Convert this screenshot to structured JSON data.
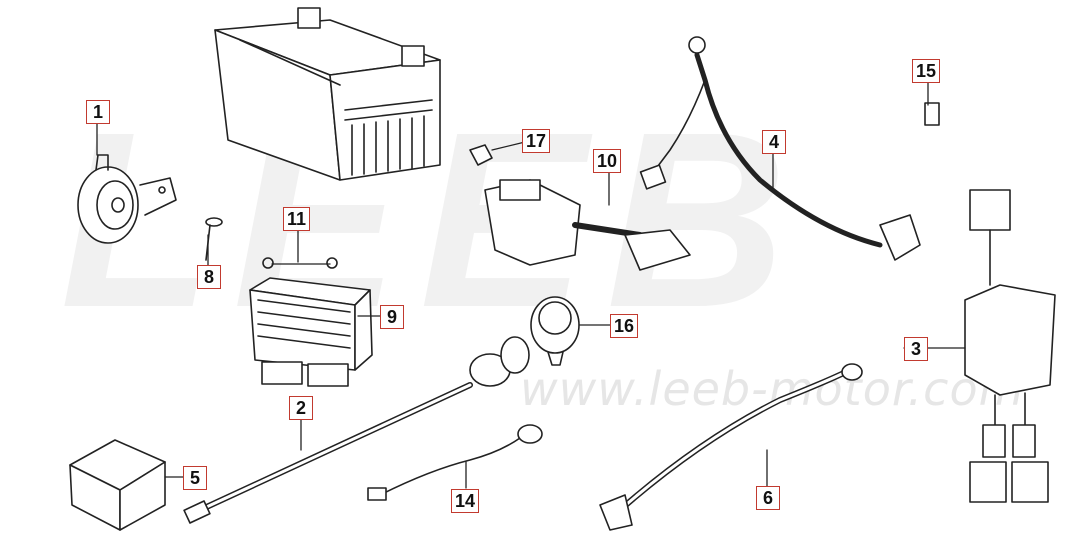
{
  "watermark": {
    "brand": "LEEB",
    "url": "www.leeb-motor.com"
  },
  "callouts": [
    {
      "id": "c1",
      "label": "1"
    },
    {
      "id": "c2",
      "label": "2"
    },
    {
      "id": "c3",
      "label": "3"
    },
    {
      "id": "c4",
      "label": "4"
    },
    {
      "id": "c5",
      "label": "5"
    },
    {
      "id": "c6",
      "label": "6"
    },
    {
      "id": "c8",
      "label": "8"
    },
    {
      "id": "c9",
      "label": "9"
    },
    {
      "id": "c10",
      "label": "10"
    },
    {
      "id": "c11",
      "label": "11"
    },
    {
      "id": "c14",
      "label": "14"
    },
    {
      "id": "c15",
      "label": "15"
    },
    {
      "id": "c16",
      "label": "16"
    },
    {
      "id": "c17",
      "label": "17"
    }
  ],
  "colors": {
    "callout_border": "#c23a2f",
    "line_art": "#222222",
    "watermark": "#eeeeee"
  }
}
